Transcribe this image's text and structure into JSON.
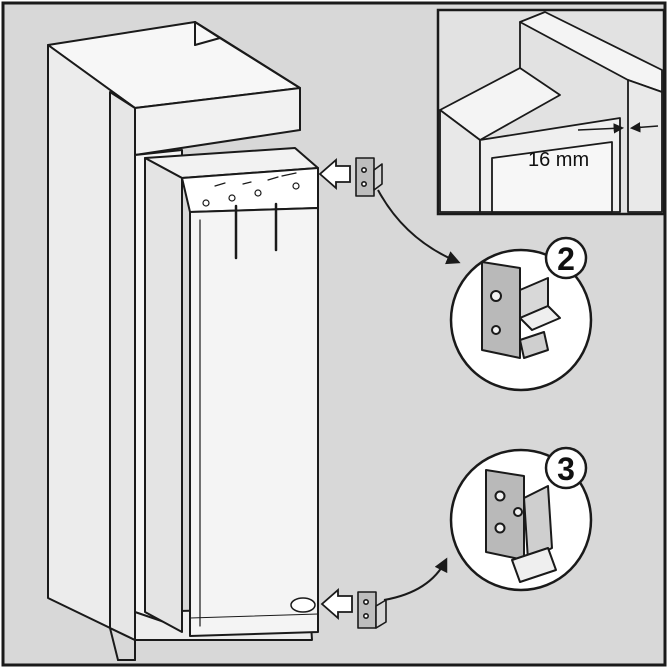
{
  "inset": {
    "dimension_label": "16 mm"
  },
  "callouts": [
    {
      "number": "2"
    },
    {
      "number": "3"
    }
  ],
  "colors": {
    "background": "#d8d8d8",
    "line": "#1a1a1a",
    "paper": "#ffffff",
    "fridge_front": "#f4f4f4",
    "cabinet_side": "#ececec",
    "metal": "#b9b9b9"
  }
}
